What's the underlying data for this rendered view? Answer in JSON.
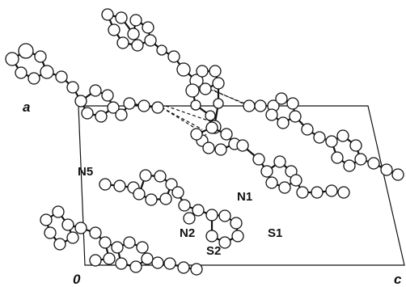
{
  "labels": {
    "axis_a": "a",
    "axis_origin": "0",
    "axis_c": "c",
    "N1": "N1",
    "N2": "N2",
    "N5": "N5",
    "S1": "S1",
    "S2": "S2"
  }
}
